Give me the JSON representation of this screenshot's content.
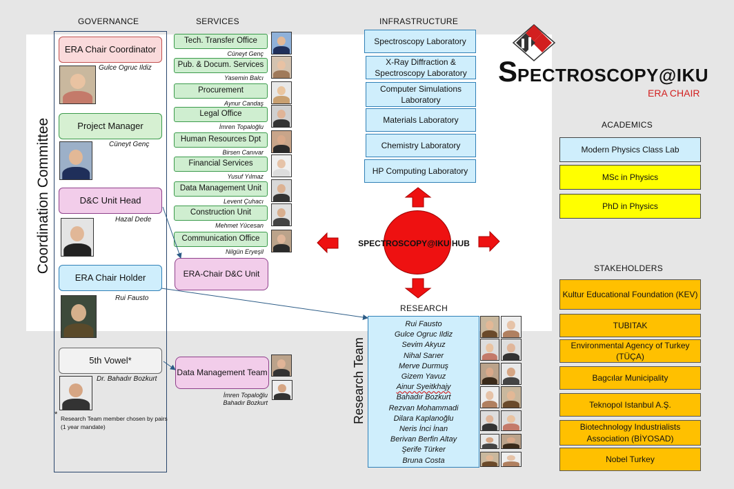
{
  "headers": {
    "governance": "GOVERNANCE",
    "services": "SERVICES",
    "infrastructure": "INFRASTRUCTURE",
    "academics": "ACADEMICS",
    "stakeholders": "STAKEHOLDERS",
    "research": "RESEARCH"
  },
  "logo": {
    "title_first": "S",
    "title_rest": "PECTROSCOPY@IKU",
    "subtitle": "ERA CHAIR",
    "accent_color": "#d21f1f"
  },
  "vertical_labels": {
    "coordination": "Coordination Committee",
    "research_team": "Research Team"
  },
  "governance": [
    {
      "label": "ERA Chair Coordinator",
      "person": "Gulce Ogruc Ildiz",
      "fill": "#fadadb",
      "border": "#c0504d"
    },
    {
      "label": "Project Manager",
      "person": "Cüneyt Genç",
      "fill": "#d6f0d2",
      "border": "#3a9a4a"
    },
    {
      "label": "D&C Unit Head",
      "person": "Hazal Dede",
      "fill": "#f2cdea",
      "border": "#8e3f8a"
    },
    {
      "label": "ERA Chair Holder",
      "person": "Rui Fausto",
      "fill": "#cfeefc",
      "border": "#2f7fb6"
    },
    {
      "label": "5th Vowel*",
      "person": "Dr. Bahadır Bozkurt",
      "fill": "#f2f2f2",
      "border": "#666666"
    }
  ],
  "footnote": {
    "star": "*",
    "text": "Research Team member chosen by pairs (1 year mandate)"
  },
  "services": [
    {
      "label": "Tech. Transfer Office",
      "person": "Cüneyt Genç"
    },
    {
      "label": "Pub. & Docum. Services",
      "person": "Yasemin Balcı"
    },
    {
      "label": "Procurement",
      "person": "Aynur Candaş"
    },
    {
      "label": "Legal Office",
      "person": "İmren Topaloğlu"
    },
    {
      "label": "Human Resources Dpt",
      "person": "Birsen Canıvar"
    },
    {
      "label": "Financial Services",
      "person": "Yusuf Yılmaz"
    },
    {
      "label": "Data Management Unit",
      "person": "Levent Çuhacı"
    },
    {
      "label": "Construction Unit",
      "person": "Mehmet Yücesan"
    },
    {
      "label": "Communication Office",
      "person": "Nilgün Eryeşil"
    }
  ],
  "dc_unit": {
    "label": "ERA-Chair D&C Unit"
  },
  "data_team": {
    "label": "Data Management Team",
    "persons": "İmren Topaloğlu\nBahadır Bozkurt"
  },
  "infrastructure": [
    "Spectroscopy Laboratory",
    "X-Ray Diffraction & Spectroscopy Laboratory",
    "Computer Simulations Laboratory",
    "Materials Laboratory",
    "Chemistry Laboratory",
    "HP Computing Laboratory"
  ],
  "hub": {
    "label": "SPECTROSCOPY@IKU HUB",
    "color": "#ee1111"
  },
  "academics": [
    {
      "label": "Modern Physics Class Lab",
      "fill": "#cfeefc"
    },
    {
      "label": "MSc in Physics",
      "fill": "#ffff00"
    },
    {
      "label": "PhD in Physics",
      "fill": "#ffff00"
    }
  ],
  "stakeholders": [
    "Kultur Educational Foundation (KEV)",
    "TUBITAK",
    "Environmental Agency of Turkey (TÜÇA)",
    "Bagcılar Municipality",
    "Teknopol Istanbul A.Ş.",
    "Biotechnology Industrialists Association (BİYOSAD)",
    "Nobel Turkey"
  ],
  "research_team": [
    "Rui Fausto",
    "Gulce Ogruc Ildiz",
    "Sevim Akyuz",
    "Nihal Sarıer",
    "Merve Durmuş",
    "Gizem Yavuz",
    "Ainur Syeitkhajy",
    "Bahadır Bozkurt",
    "Rezvan Mohammadi",
    "Dilara Kaplanoğlu",
    "Neris İnci İnan",
    "Berivan Berfin Altay",
    "Şerife Türker",
    "Bruna Costa"
  ]
}
